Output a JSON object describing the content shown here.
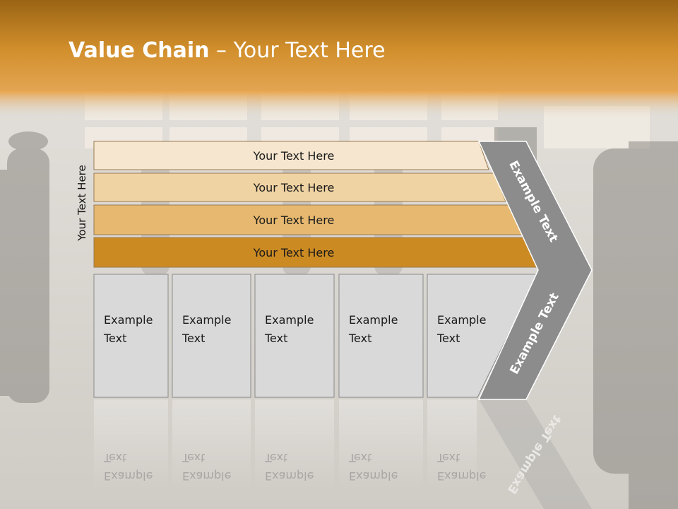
{
  "title": {
    "bold": "Value Chain",
    "rest": " – Your Text Here"
  },
  "side_label": "Your Text Here",
  "bars": [
    {
      "label": "Your Text Here",
      "color": "#f6e6cf"
    },
    {
      "label": "Your Text Here",
      "color": "#f0d3a3"
    },
    {
      "label": "Your Text Here",
      "color": "#e6b870"
    },
    {
      "label": "Your Text Here",
      "color": "#cc8a22"
    }
  ],
  "boxes": [
    {
      "line1": "Example",
      "line2": "Text"
    },
    {
      "line1": "Example",
      "line2": "Text"
    },
    {
      "line1": "Example",
      "line2": "Text"
    },
    {
      "line1": "Example",
      "line2": "Text"
    },
    {
      "line1": "Example",
      "line2": "Text"
    }
  ],
  "chevron": {
    "top_text": "Example Text",
    "bottom_text": "Example Text",
    "color": "#8c8c8c"
  },
  "colors": {
    "header_top": "#a8681a",
    "header_mid": "#d4922e",
    "box_fill": "#d9d9d9"
  }
}
